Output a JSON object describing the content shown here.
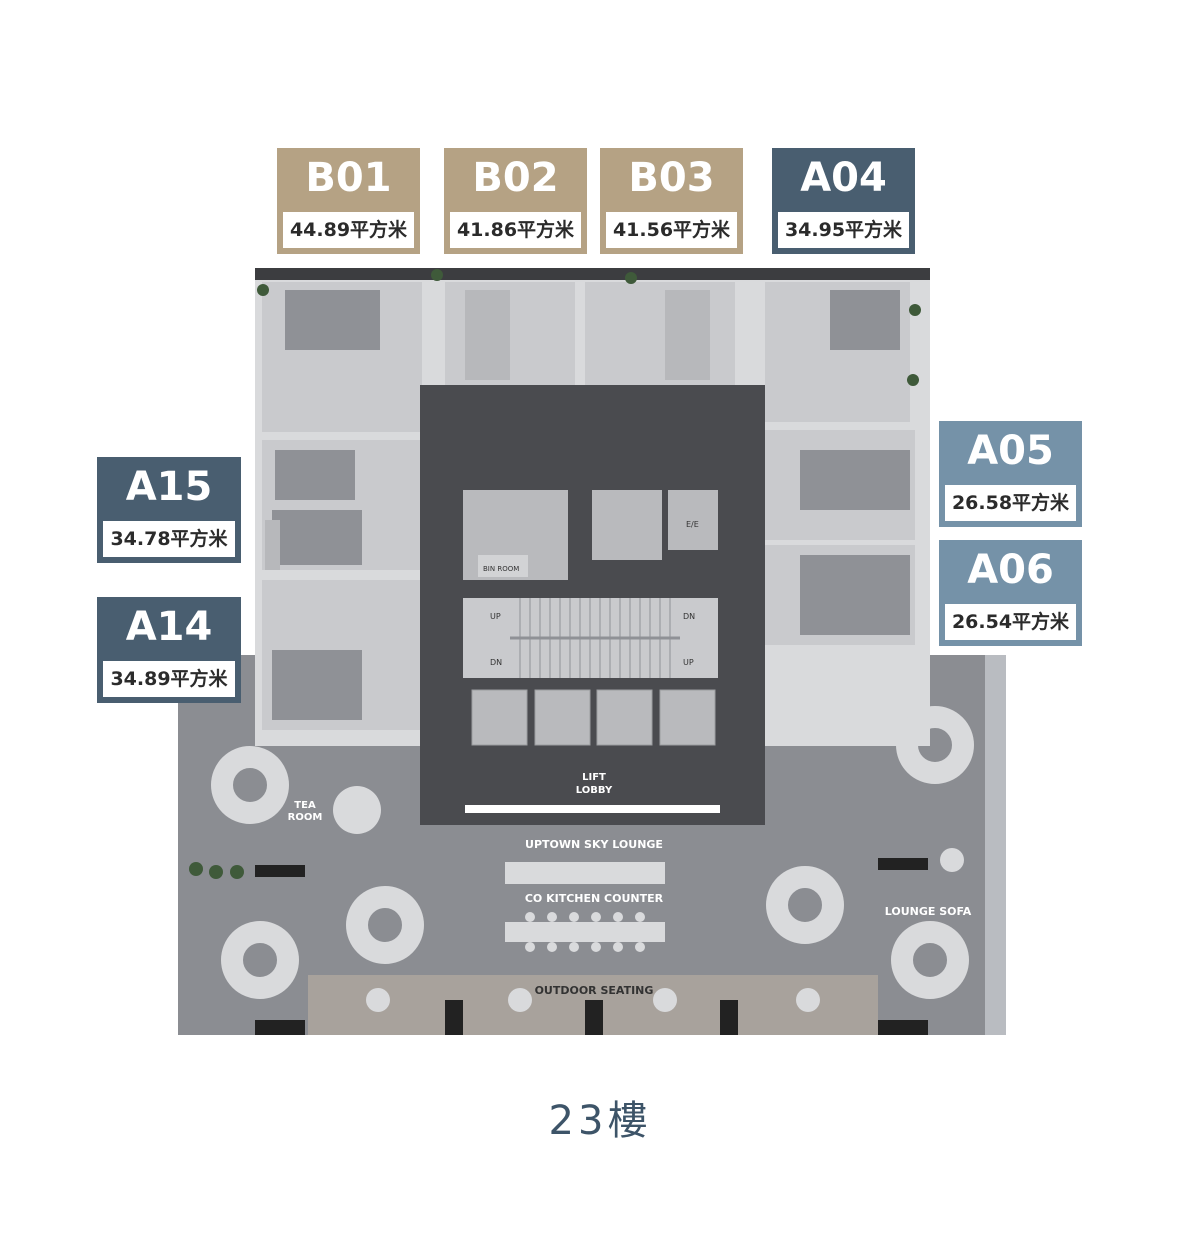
{
  "units": {
    "b01": {
      "code": "B01",
      "area": "44.89平方米"
    },
    "b02": {
      "code": "B02",
      "area": "41.86平方米"
    },
    "b03": {
      "code": "B03",
      "area": "41.56平方米"
    },
    "a04": {
      "code": "A04",
      "area": "34.95平方米"
    },
    "a05": {
      "code": "A05",
      "area": "26.58平方米"
    },
    "a06": {
      "code": "A06",
      "area": "26.54平方米"
    },
    "a15": {
      "code": "A15",
      "area": "34.78平方米"
    },
    "a14": {
      "code": "A14",
      "area": "34.89平方米"
    }
  },
  "plan_labels": {
    "bin_room": "BIN ROOM",
    "ee": "E/E",
    "up": "UP",
    "dn": "DN",
    "lift_1": "LIFT",
    "lift_2": "LOBBY",
    "tea_1": "TEA",
    "tea_2": "ROOM",
    "sky_lounge": "UPTOWN SKY LOUNGE",
    "kitchen": "CO KITCHEN COUNTER",
    "lounge_sofa": "LOUNGE SOFA",
    "outdoor": "OUTDOOR SEATING"
  },
  "floor_title": "23樓",
  "colors": {
    "gold": "#b5a284",
    "navy": "#495e70",
    "steel": "#7592a8",
    "title": "#3d5468"
  }
}
